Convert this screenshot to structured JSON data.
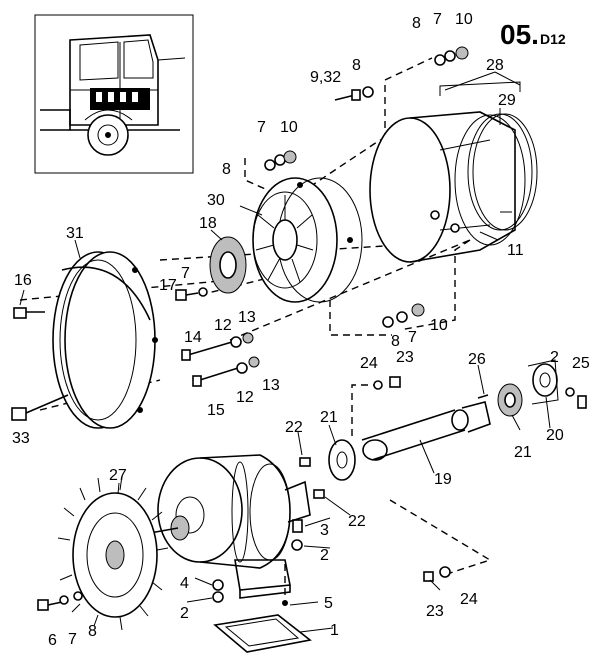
{
  "diagram": {
    "page_code": "05.",
    "page_suffix": "D12",
    "labels": {
      "p1": "1",
      "p2a": "2",
      "p2b": "2",
      "p2c": "2",
      "p3": "3",
      "p4": "4",
      "p5": "5",
      "p6": "6",
      "p7a": "7",
      "p7b": "7",
      "p7c": "7",
      "p7d": "7",
      "p7e": "7",
      "p8a": "8",
      "p8b": "8",
      "p8c": "8",
      "p8d": "8",
      "p8e": "8",
      "p932": "9,32",
      "p10a": "10",
      "p10b": "10",
      "p10c": "10",
      "p11": "11",
      "p12a": "12",
      "p12b": "12",
      "p13a": "13",
      "p13b": "13",
      "p14": "14",
      "p15": "15",
      "p16": "16",
      "p17": "17",
      "p18": "18",
      "p19": "19",
      "p20": "20",
      "p21a": "21",
      "p21b": "21",
      "p22a": "22",
      "p22b": "22",
      "p23a": "23",
      "p23b": "23",
      "p24a": "24",
      "p24b": "24",
      "p25": "25",
      "p26": "26",
      "p27": "27",
      "p28": "28",
      "p29": "29",
      "p30": "30",
      "p31": "31",
      "p33": "33"
    }
  }
}
